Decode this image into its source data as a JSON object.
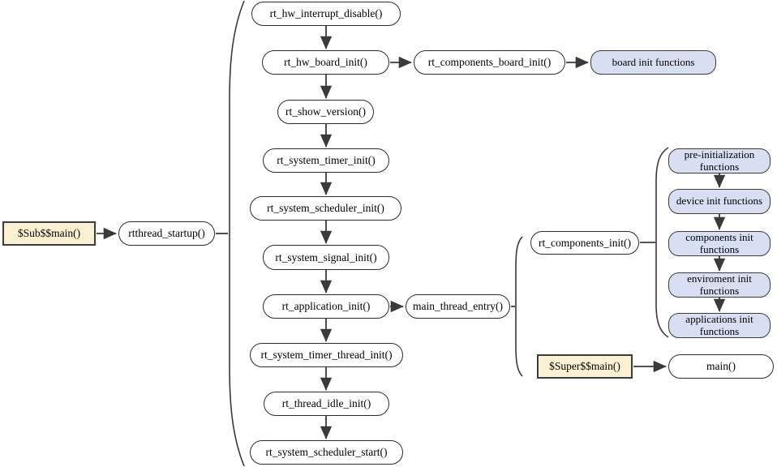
{
  "diagram": {
    "type": "flowchart",
    "colors": {
      "line": "#3a3a3a",
      "border": "#2b2b2b",
      "node-white": "#ffffff",
      "node-blue": "#d9dff2",
      "node-tan": "#fcf2d3",
      "text": "#000000",
      "bg": "#ffffff"
    }
  },
  "nodes": {
    "sub_main": {
      "label": "$Sub$$main()"
    },
    "rtthread_startup": {
      "label": "rtthread_startup()"
    },
    "hw_interrupt_disable": {
      "label": "rt_hw_interrupt_disable()"
    },
    "hw_board_init": {
      "label": "rt_hw_board_init()"
    },
    "components_board_init": {
      "label": "rt_components_board_init()"
    },
    "board_init_functions": {
      "label": "board init functions"
    },
    "show_version": {
      "label": "rt_show_version()"
    },
    "system_timer_init": {
      "label": "rt_system_timer_init()"
    },
    "system_scheduler_init": {
      "label": "rt_system_scheduler_init()"
    },
    "system_signal_init": {
      "label": "rt_system_signal_init()"
    },
    "application_init": {
      "label": "rt_application_init()"
    },
    "main_thread_entry": {
      "label": "main_thread_entry()"
    },
    "components_init": {
      "label": "rt_components_init()"
    },
    "pre_init_functions": {
      "label": "pre-initialization functions"
    },
    "device_init_functions": {
      "label": "device init functions"
    },
    "components_init_functions": {
      "label": "components init functions"
    },
    "environment_init_functions": {
      "label": "enviroment init functions"
    },
    "applications_init_functions": {
      "label": "applications init functions"
    },
    "super_main": {
      "label": "$Super$$main()"
    },
    "main": {
      "label": "main()"
    },
    "system_timer_thread_init": {
      "label": "rt_system_timer_thread_init()"
    },
    "thread_idle_init": {
      "label": "rt_thread_idle_init()"
    },
    "system_scheduler_start": {
      "label": "rt_system_scheduler_start()"
    }
  },
  "edges": [
    {
      "from": "sub_main",
      "to": "rtthread_startup",
      "style": "arrow"
    },
    {
      "from": "rtthread_startup",
      "to": "startup-sequence-brace",
      "style": "line"
    },
    {
      "from": "hw_interrupt_disable",
      "to": "hw_board_init",
      "style": "arrow"
    },
    {
      "from": "hw_board_init",
      "to": "components_board_init",
      "style": "arrow"
    },
    {
      "from": "components_board_init",
      "to": "board_init_functions",
      "style": "arrow"
    },
    {
      "from": "hw_board_init",
      "to": "show_version",
      "style": "arrow"
    },
    {
      "from": "show_version",
      "to": "system_timer_init",
      "style": "arrow"
    },
    {
      "from": "system_timer_init",
      "to": "system_scheduler_init",
      "style": "arrow"
    },
    {
      "from": "system_scheduler_init",
      "to": "system_signal_init",
      "style": "arrow"
    },
    {
      "from": "system_signal_init",
      "to": "application_init",
      "style": "arrow"
    },
    {
      "from": "application_init",
      "to": "main_thread_entry",
      "style": "arrow"
    },
    {
      "from": "main_thread_entry",
      "to": "main-branch-brace",
      "style": "line"
    },
    {
      "from": "components_init",
      "to": "init-functions-brace",
      "style": "line"
    },
    {
      "from": "pre_init_functions",
      "to": "device_init_functions",
      "style": "arrow"
    },
    {
      "from": "device_init_functions",
      "to": "components_init_functions",
      "style": "arrow"
    },
    {
      "from": "components_init_functions",
      "to": "environment_init_functions",
      "style": "arrow"
    },
    {
      "from": "environment_init_functions",
      "to": "applications_init_functions",
      "style": "arrow"
    },
    {
      "from": "super_main",
      "to": "main",
      "style": "arrow"
    },
    {
      "from": "application_init",
      "to": "system_timer_thread_init",
      "style": "arrow"
    },
    {
      "from": "system_timer_thread_init",
      "to": "thread_idle_init",
      "style": "arrow"
    },
    {
      "from": "thread_idle_init",
      "to": "system_scheduler_start",
      "style": "arrow"
    }
  ]
}
